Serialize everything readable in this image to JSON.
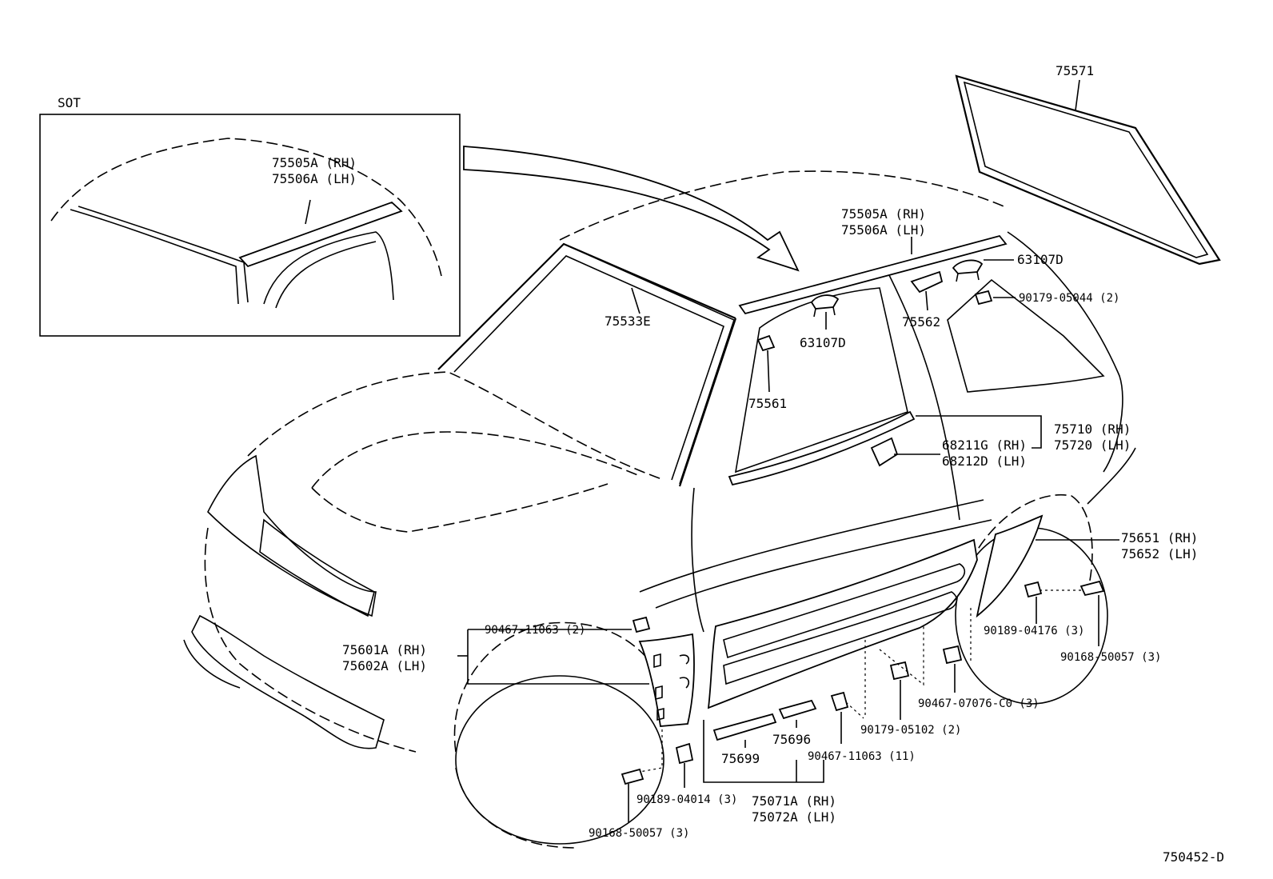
{
  "diagram_id": "750452-D",
  "inset": {
    "title": "SOT",
    "label_rh": "75505A (RH)",
    "label_lh": "75506A (LH)"
  },
  "labels": {
    "p75571": "75571",
    "p75533E": "75533E",
    "roof_rh": "75505A (RH)",
    "roof_lh": "75506A (LH)",
    "p63107D_top": "63107D",
    "p63107D_mid": "63107D",
    "p75562": "75562",
    "p90179_05044": "90179-05044 (2)",
    "p75561": "75561",
    "belt_rh": "75710 (RH)",
    "belt_lh": "75720 (LH)",
    "clip_rh": "68211G (RH)",
    "clip_lh": "68212D (LH)",
    "flare_rear_rh": "75651 (RH)",
    "flare_rear_lh": "75652 (LH)",
    "p90467_11063_2": "90467-11063 (2)",
    "flare_front_rh": "75601A (RH)",
    "flare_front_lh": "75602A (LH)",
    "p90189_04176": "90189-04176 (3)",
    "p90168_50057_rear": "90168-50057 (3)",
    "p90467_07076": "90467-07076-C0 (3)",
    "p90179_05102": "90179-05102 (2)",
    "p75696": "75696",
    "p75699": "75699",
    "p90467_11063_11": "90467-11063 (11)",
    "p90189_04014": "90189-04014 (3)",
    "side_rh": "75071A (RH)",
    "side_lh": "75072A (LH)",
    "p90168_50057_front": "90168-50057 (3)"
  }
}
